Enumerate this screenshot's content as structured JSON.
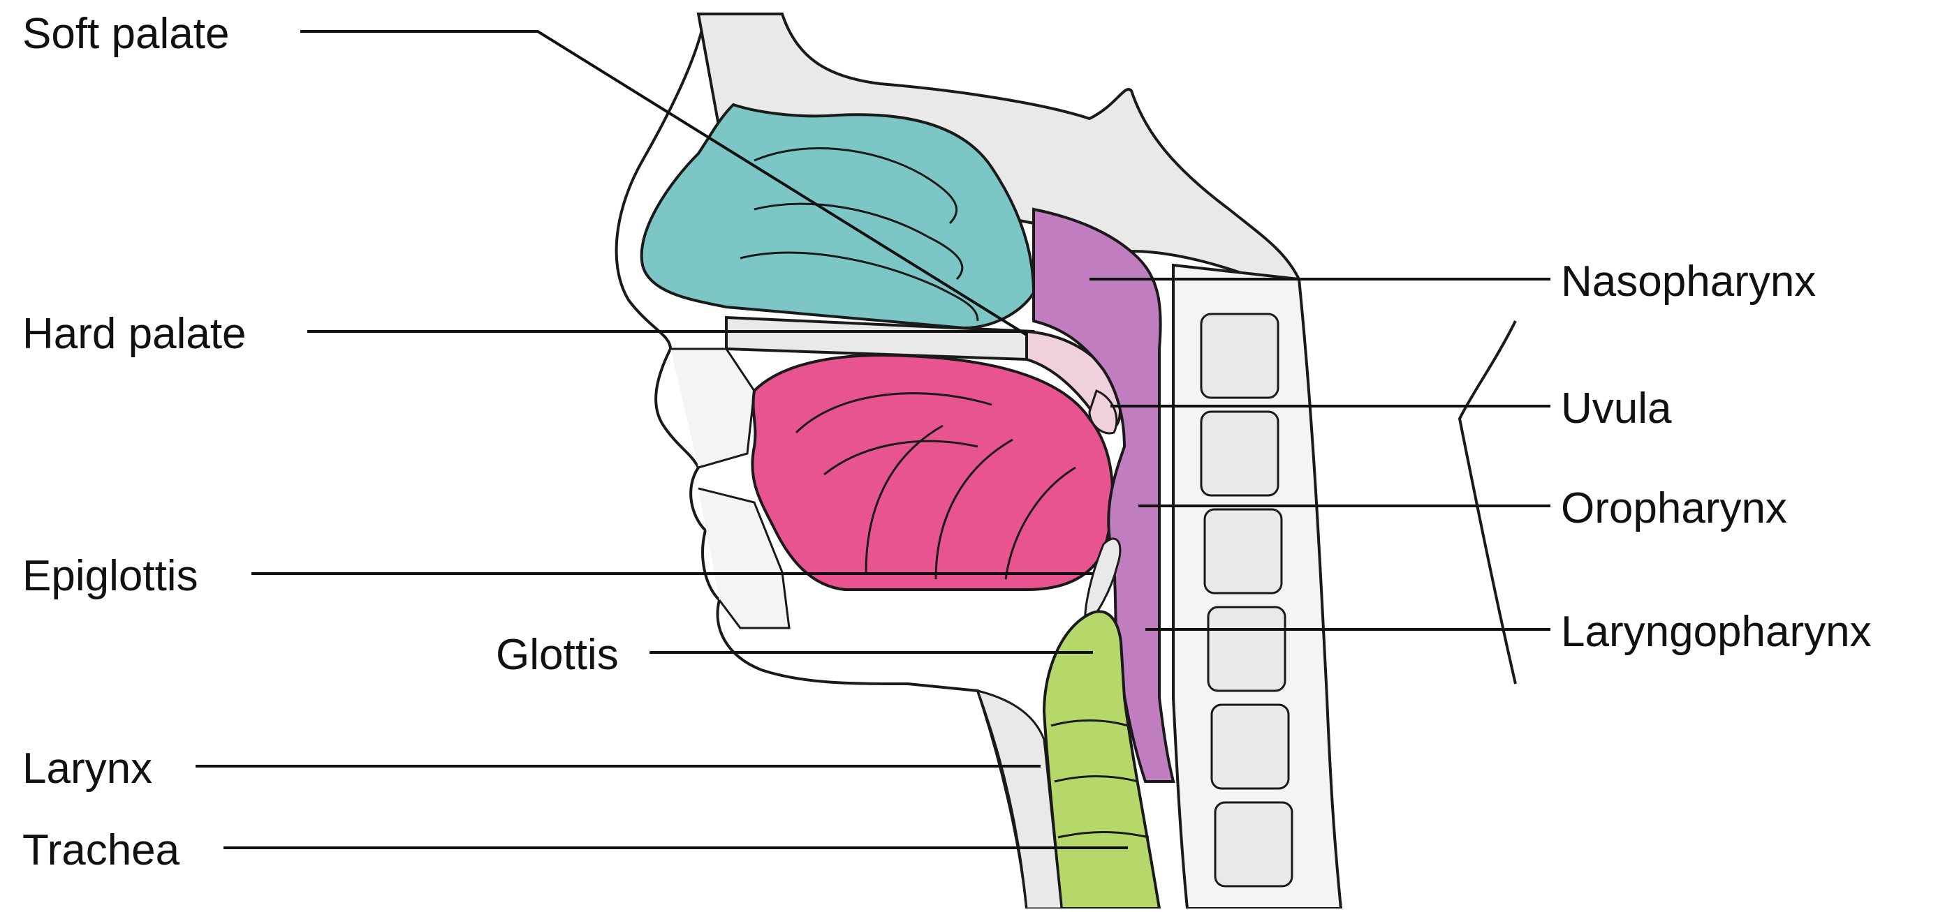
{
  "diagram": {
    "labels": {
      "soft_palate": "Soft palate",
      "hard_palate": "Hard palate",
      "epiglottis": "Epiglottis",
      "glottis": "Glottis",
      "larynx": "Larynx",
      "trachea": "Trachea",
      "nasopharynx": "Nasopharynx",
      "uvula": "Uvula",
      "oropharynx": "Oropharynx",
      "laryngopharynx": "Laryngopharynx"
    },
    "colors": {
      "nasal_cavity": "#7cc6c6",
      "tongue": "#e8548f",
      "pharynx": "#c07ec0",
      "airway": "#b6d86a",
      "bone": "#e9e9e9",
      "outline": "#1a1a1a"
    }
  }
}
